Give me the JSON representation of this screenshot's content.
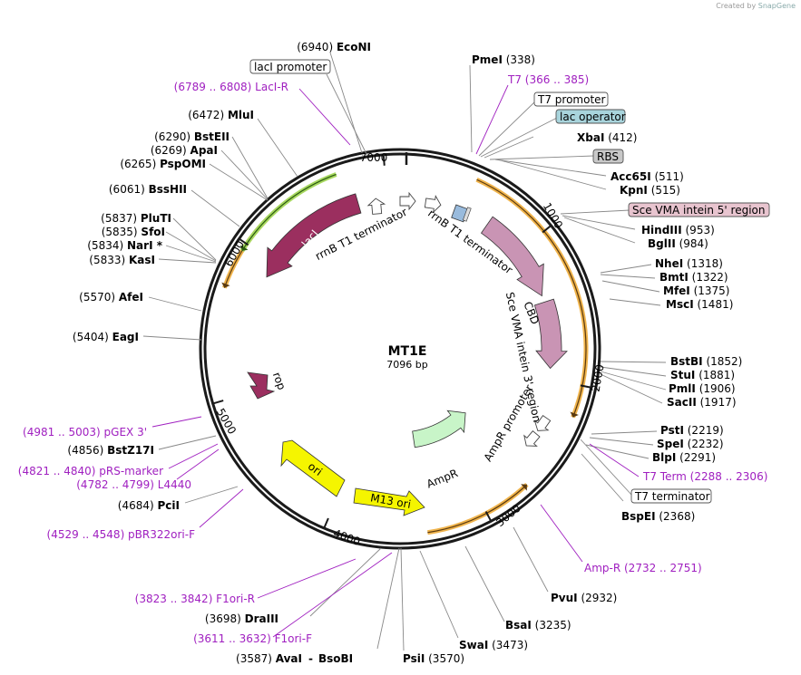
{
  "credit": {
    "text": "Created by",
    "brand": "SnapGene"
  },
  "plasmid": {
    "name": "MT1E",
    "length_label": "7096 bp"
  },
  "ticks": [
    "1000",
    "2000",
    "3000",
    "4000",
    "5000",
    "6000",
    "7000"
  ],
  "enzymes": [
    {
      "name": "EcoNI",
      "pos": "(6940)"
    },
    {
      "name": "PmeI",
      "pos": "(338)"
    },
    {
      "name": "XbaI",
      "pos": "(412)"
    },
    {
      "name": "Acc65I",
      "pos": "(511)"
    },
    {
      "name": "KpnI",
      "pos": "(515)"
    },
    {
      "name": "HindIII",
      "pos": "(953)"
    },
    {
      "name": "BglII",
      "pos": "(984)"
    },
    {
      "name": "NheI",
      "pos": "(1318)"
    },
    {
      "name": "BmtI",
      "pos": "(1322)"
    },
    {
      "name": "MfeI",
      "pos": "(1375)"
    },
    {
      "name": "MscI",
      "pos": "(1481)"
    },
    {
      "name": "BstBI",
      "pos": "(1852)"
    },
    {
      "name": "StuI",
      "pos": "(1881)"
    },
    {
      "name": "PmlI",
      "pos": "(1906)"
    },
    {
      "name": "SacII",
      "pos": "(1917)"
    },
    {
      "name": "PstI",
      "pos": "(2219)"
    },
    {
      "name": "SpeI",
      "pos": "(2232)"
    },
    {
      "name": "BlpI",
      "pos": "(2291)"
    },
    {
      "name": "BspEI",
      "pos": "(2368)"
    },
    {
      "name": "PvuI",
      "pos": "(2932)"
    },
    {
      "name": "BsaI",
      "pos": "(3235)"
    },
    {
      "name": "SwaI",
      "pos": "(3473)"
    },
    {
      "name": "PsiI",
      "pos": "(3570)"
    },
    {
      "name": "AvaI",
      "pos": "(3587)"
    },
    {
      "name": "BsoBI",
      "pos": ""
    },
    {
      "name": "DraIII",
      "pos": "(3698)"
    },
    {
      "name": "PciI",
      "pos": "(4684)"
    },
    {
      "name": "BstZ17I",
      "pos": "(4856)"
    },
    {
      "name": "EagI",
      "pos": "(5404)"
    },
    {
      "name": "AfeI",
      "pos": "(5570)"
    },
    {
      "name": "KasI",
      "pos": "(5833)"
    },
    {
      "name": "NarI *",
      "pos": "(5834)"
    },
    {
      "name": "SfoI",
      "pos": "(5835)"
    },
    {
      "name": "PluTI",
      "pos": "(5837)"
    },
    {
      "name": "BssHII",
      "pos": "(6061)"
    },
    {
      "name": "PspOMI",
      "pos": "(6265)"
    },
    {
      "name": "ApaI",
      "pos": "(6269)"
    },
    {
      "name": "BstEII",
      "pos": "(6290)"
    },
    {
      "name": "MluI",
      "pos": "(6472)"
    }
  ],
  "primers": [
    {
      "name": "LacI-R",
      "range": "(6789 .. 6808)"
    },
    {
      "name": "T7",
      "range": "(366 .. 385)"
    },
    {
      "name": "T7 Term",
      "range": "(2288 .. 2306)"
    },
    {
      "name": "Amp-R",
      "range": "(2732 .. 2751)"
    },
    {
      "name": "F1ori-R",
      "range": "(3823 .. 3842)"
    },
    {
      "name": "F1ori-F",
      "range": "(3611 .. 3632)"
    },
    {
      "name": "pBR322ori-F",
      "range": "(4529 .. 4548)"
    },
    {
      "name": "L4440",
      "range": "(4782 .. 4799)"
    },
    {
      "name": "pRS-marker",
      "range": "(4821 .. 4840)"
    },
    {
      "name": "pGEX 3'",
      "range": "(4981 .. 5003)"
    }
  ],
  "boxed_features": [
    {
      "name": "lacI promoter",
      "fill": "#ffffff"
    },
    {
      "name": "T7 promoter",
      "fill": "#ffffff"
    },
    {
      "name": "lac operator",
      "fill": "#a8d4dc"
    },
    {
      "name": "RBS",
      "fill": "#c8c8c8"
    },
    {
      "name": "Sce VMA intein 5' region",
      "fill": "#e8c4cf"
    },
    {
      "name": "T7 terminator",
      "fill": "#ffffff"
    }
  ],
  "features": [
    {
      "name": "lacI",
      "color": "#9b2f5f"
    },
    {
      "name": "rrnB T1 terminator",
      "color": "#ffffff"
    },
    {
      "name": "rrnB T1 terminator",
      "color": "#ffffff"
    },
    {
      "name": "CBD",
      "color": "#c994b4"
    },
    {
      "name": "Sce VMA intein 3' region",
      "color": "#c994b4"
    },
    {
      "name": "AmpR promoter",
      "color": "#ffffff"
    },
    {
      "name": "AmpR",
      "color": "#c8f5c8"
    },
    {
      "name": "M13 ori",
      "color": "#f5f500"
    },
    {
      "name": "ori",
      "color": "#f5f500"
    },
    {
      "name": "rop",
      "color": "#9b2f5f"
    }
  ]
}
